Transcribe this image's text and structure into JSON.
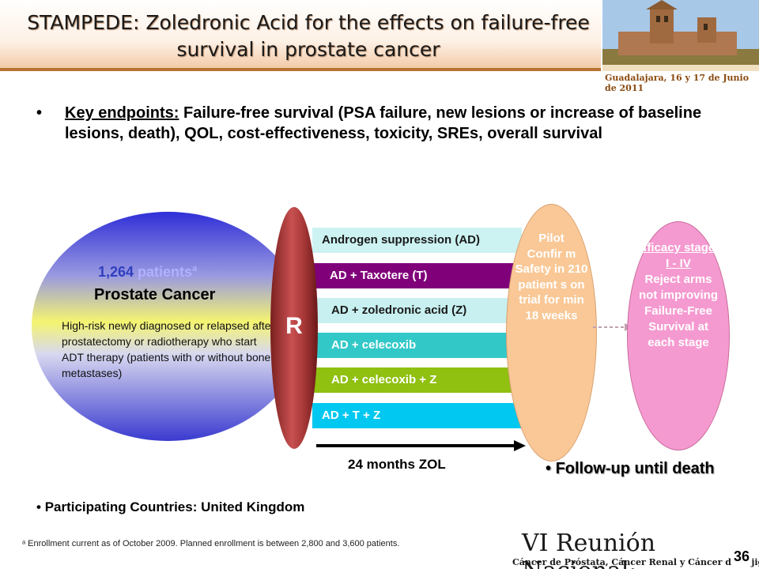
{
  "header": {
    "title": "STAMPEDE: Zoledronic Acid for the effects on failure-free survival in prostate cancer",
    "photo_caption": "Guadalajara, 16 y 17 de Junio de 2011"
  },
  "key_endpoints": {
    "label": "Key endpoints:",
    "text": " Failure-free survival (PSA failure, new lesions or increase of baseline  lesions, death), QOL, cost-effectiveness, toxicity, SREs, overall survival"
  },
  "patients": {
    "count": "1,264",
    "count_word": " patients",
    "count_sup": "a",
    "condition": "Prostate Cancer",
    "description": "High-risk newly diagnosed or relapsed after prostatectomy or radiotherapy who start ADT therapy (patients with or without bone metastases)"
  },
  "randomization": {
    "label": "R"
  },
  "arms": [
    {
      "label": "Androgen suppression (AD)",
      "color": "#ccf2f2"
    },
    {
      "label": "AD + Taxotere (T)",
      "color": "#80007a"
    },
    {
      "label": "AD + zoledronic acid (Z)",
      "color": "#c8f0f0"
    },
    {
      "label": "AD + celecoxib",
      "color": "#33c8c8"
    },
    {
      "label": "AD + celecoxib + Z",
      "color": "#90c010"
    },
    {
      "label": "AD + T + Z",
      "color": "#00c8f0"
    }
  ],
  "pilot": {
    "title": "Pilot",
    "text": "Confir m Safety in 210 patient s on trial for min 18 weeks"
  },
  "efficacy": {
    "title": "Efficacy stages I - IV",
    "text": "Reject arms not improving Failure-Free Survival at each stage"
  },
  "zol_duration": "24 months ZOL",
  "followup": "Follow-up until death",
  "countries": "Participating Countries: United Kingdom",
  "footnote": "ᵃ Enrollment current as of October 2009. Planned enrollment is between 2,800 and 3,600 patients.",
  "congress": {
    "title": "VI Reunión Nacional:",
    "subtitle": "Cáncer de Próstata, Cáncer Renal y Cáncer de Vejiga"
  },
  "page_number": "36"
}
